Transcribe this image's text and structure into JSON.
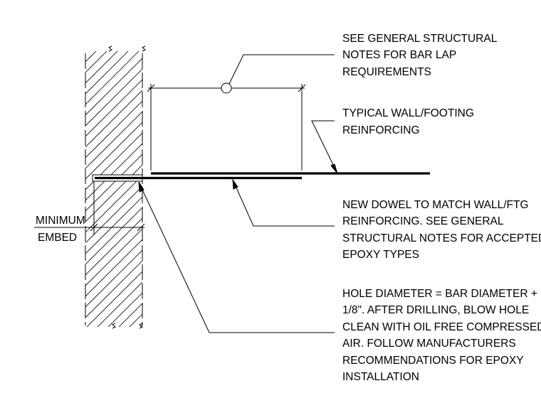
{
  "notes": {
    "bar_lap": [
      "SEE GENERAL STRUCTURAL",
      "NOTES FOR BAR LAP",
      "REQUIREMENTS"
    ],
    "typical_reinforcing": [
      "TYPICAL WALL/FOOTING",
      "REINFORCING"
    ],
    "new_dowel": [
      "NEW DOWEL TO MATCH WALL/FTG",
      "REINFORCING. SEE GENERAL",
      "STRUCTURAL NOTES FOR ACCEPTED",
      "EPOXY TYPES"
    ],
    "hole_diameter": [
      "HOLE DIAMETER = BAR DIAMETER +",
      "1/8\". AFTER DRILLING, BLOW HOLE",
      "CLEAN WITH OIL FREE COMPRESSED",
      "AIR. FOLLOW MANUFACTURERS",
      "RECOMMENDATIONS FOR EPOXY",
      "INSTALLATION"
    ],
    "minimum_embed": [
      "MINIMUM",
      "EMBED"
    ]
  },
  "colors": {
    "ink": "#000000",
    "background": "#ffffff"
  }
}
